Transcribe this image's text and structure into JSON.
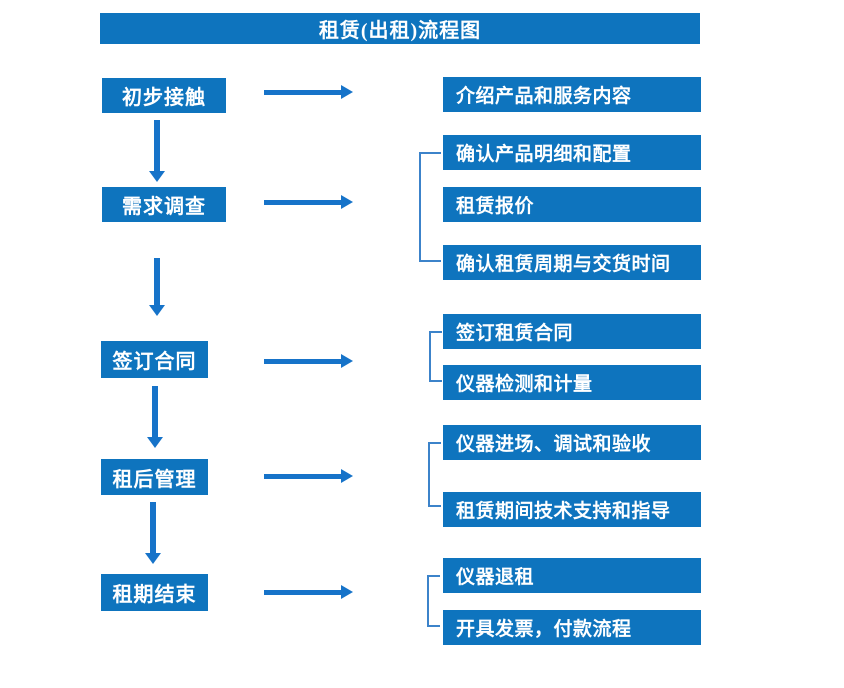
{
  "title": "租赁(出租)流程图",
  "colors": {
    "box_blue": "#0e74be",
    "arrow_blue": "#1673c9",
    "bracket_blue": "#3c83ca",
    "text_white": "#ffffff",
    "background": "#ffffff"
  },
  "flow": {
    "steps": [
      {
        "label": "初步接触",
        "details": [
          "介绍产品和服务内容"
        ]
      },
      {
        "label": "需求调查",
        "details": [
          "确认产品明细和配置",
          "租赁报价",
          "确认租赁周期与交货时间"
        ]
      },
      {
        "label": "签订合同",
        "details": [
          "签订租赁合同",
          "仪器检测和计量"
        ]
      },
      {
        "label": "租后管理",
        "details": [
          "仪器进场、调试和验收",
          "租赁期间技术支持和指导"
        ]
      },
      {
        "label": "租期结束",
        "details": [
          "仪器退租",
          "开具发票，付款流程"
        ]
      }
    ]
  }
}
